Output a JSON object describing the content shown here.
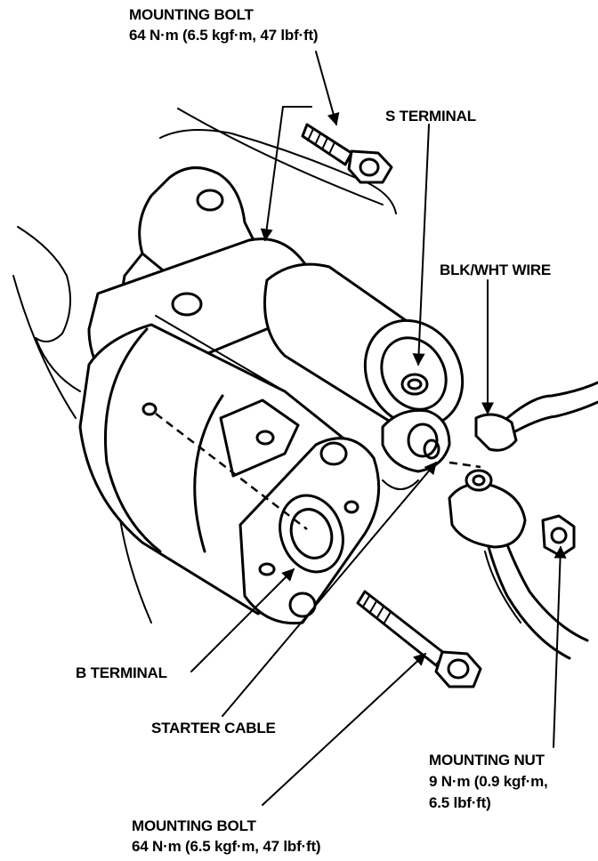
{
  "labels": {
    "top_bolt_title": "MOUNTING BOLT",
    "top_bolt_torque": "64 N·m (6.5 kgf·m, 47 lbf·ft)",
    "s_terminal": "S TERMINAL",
    "blk_wht_wire": "BLK/WHT WIRE",
    "b_terminal": "B TERMINAL",
    "starter_cable": "STARTER CABLE",
    "nut_title": "MOUNTING NUT",
    "nut_torque_1": "9 N·m (0.9 kgf·m,",
    "nut_torque_2": "6.5 lbf·ft)",
    "bottom_bolt_title": "MOUNTING BOLT",
    "bottom_bolt_torque": "64 N·m (6.5 kgf·m, 47 lbf·ft)"
  }
}
